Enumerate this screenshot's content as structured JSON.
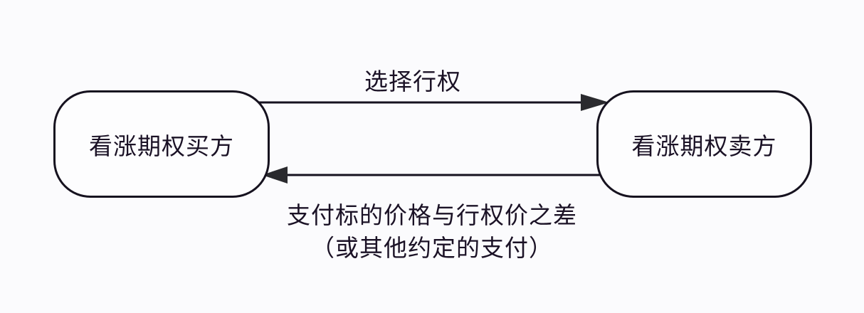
{
  "diagram": {
    "nodes": [
      {
        "id": "buyer",
        "label": "看涨期权买方"
      },
      {
        "id": "seller",
        "label": "看涨期权卖方"
      }
    ],
    "edges": [
      {
        "from": "buyer",
        "to": "seller",
        "label": "选择行权"
      },
      {
        "from": "seller",
        "to": "buyer",
        "label_line1": "支付标的价格与行权价之差",
        "label_line2": "（或其他约定的支付）"
      }
    ],
    "colors": {
      "stroke": "#16121f",
      "text": "#1b1226",
      "background": "#fbfbfd"
    }
  }
}
